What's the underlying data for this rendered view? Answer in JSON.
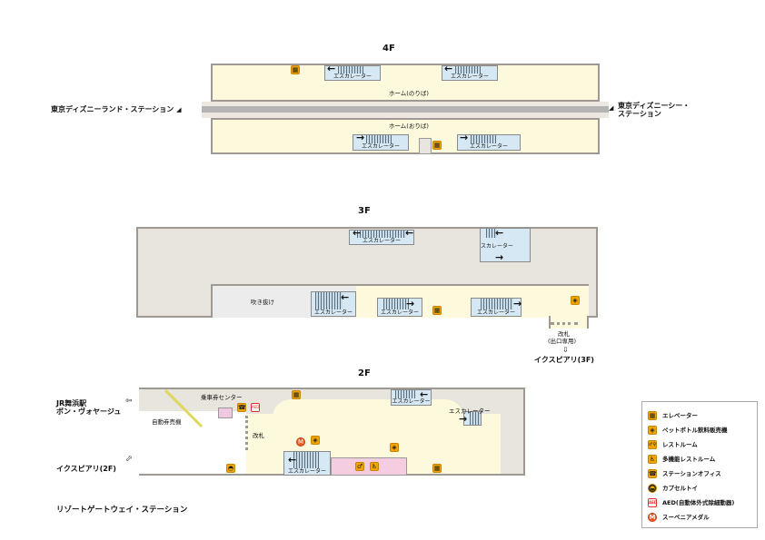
{
  "station_name": "リゾートゲートウェイ・ステーション",
  "floors": {
    "f4": {
      "label": "4F",
      "platform_boarding": "ホーム(のりば)",
      "platform_alighting": "ホーム(おりば)",
      "escalator_label": "エスカレーター",
      "dest_left": "東京ディズニーランド・ステーション",
      "dest_right_line1": "東京ディズニーシー・",
      "dest_right_line2": "ステーション"
    },
    "f3": {
      "label": "3F",
      "atrium": "吹き抜け",
      "escalator_label": "エスカレーター",
      "gate_line1": "改札",
      "gate_line2": "(出口専用)",
      "exit_arrow": "⇩",
      "exit_dest": "イクスピアリ(3F)"
    },
    "f2": {
      "label": "2F",
      "ticket_center": "乗車券センター",
      "ticket_machines": "自動券売機",
      "gate": "改札",
      "escalator_label": "エスカレーター",
      "dest_jr_line1": "JR舞浜駅",
      "dest_jr_line2": "ボン・ヴォヤージュ",
      "dest_jr_arrow": "⇦",
      "dest_ikspiari": "イクスピアリ(2F)",
      "dest_ikspiari_arrow": "⬀"
    }
  },
  "arrows": {
    "left": "←",
    "right": "→"
  },
  "legend": [
    {
      "icon": "elevator-icon",
      "glyph": "▦",
      "label": "エレベーター"
    },
    {
      "icon": "vending-machine-icon",
      "glyph": "◈",
      "label": "ペットボトル飲料販売機"
    },
    {
      "icon": "restroom-icon",
      "glyph": "♂♀",
      "label": "レストルーム"
    },
    {
      "icon": "accessible-restroom-icon",
      "glyph": "♿",
      "label": "多機能レストルーム"
    },
    {
      "icon": "station-office-icon",
      "glyph": "☎",
      "label": "ステーションオフィス"
    },
    {
      "icon": "capsule-toy-icon",
      "glyph": "◓",
      "label": "カプセルトイ"
    },
    {
      "icon": "aed-icon",
      "glyph": "AED",
      "label": "AED(自動体外式除細動器)"
    },
    {
      "icon": "souvenir-medal-icon",
      "glyph": "M",
      "label": "スーベニアメダル"
    }
  ],
  "colors": {
    "platform": "#fdf9dc",
    "concourse": "#e8e4de",
    "escalator": "#d6e8f4",
    "icon": "#f0a500",
    "restroom": "#f5cde0",
    "track": "#b4b4b4"
  }
}
